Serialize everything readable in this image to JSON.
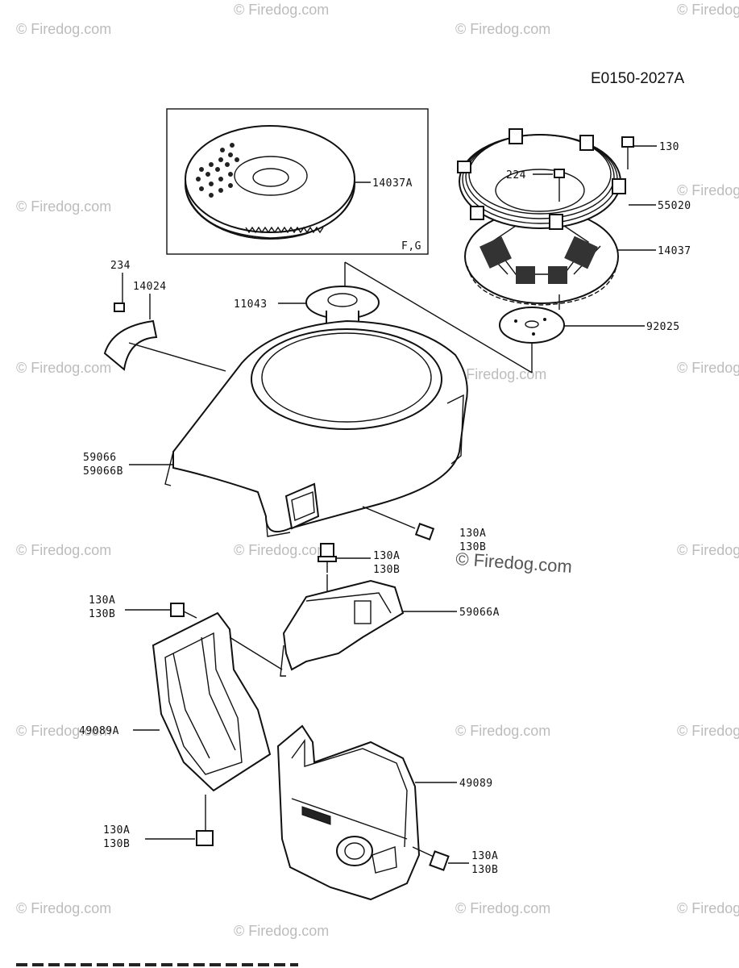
{
  "diagram": {
    "code": "E0150-2027A",
    "inset_label": "F,G",
    "watermark": "© Firedog.com",
    "parts": {
      "p14037A": "14037A",
      "p130": "130",
      "p224": "224",
      "p55020": "55020",
      "p14037": "14037",
      "p234": "234",
      "p14024": "14024",
      "p11043": "11043",
      "p92025": "92025",
      "p59066": "59066",
      "p59066B": "59066B",
      "p130A_1": "130A",
      "p130B_1": "130B",
      "p130A_2": "130A",
      "p130B_2": "130B",
      "p130A_3": "130A",
      "p130B_3": "130B",
      "p59066A": "59066A",
      "p49089A": "49089A",
      "p130A_4": "130A",
      "p130B_4": "130B",
      "p49089": "49089",
      "p130A_5": "130A",
      "p130B_5": "130B"
    }
  }
}
